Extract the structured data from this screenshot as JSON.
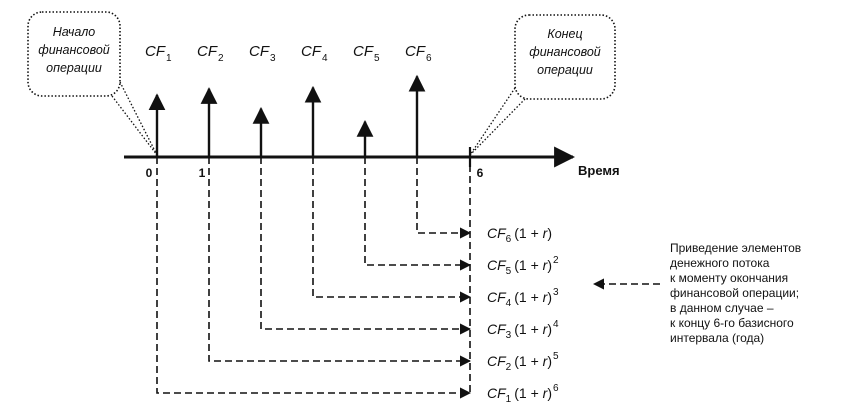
{
  "diagram": {
    "start_callout": [
      "Начало",
      "финансовой",
      "операции"
    ],
    "end_callout": [
      "Конец",
      "финансовой",
      "операции"
    ],
    "axis_label": "Время",
    "tick_labels": {
      "t0": "0",
      "t1": "1",
      "t6": "6"
    },
    "flows": [
      {
        "base": "CF",
        "index": "1",
        "value": 1.0,
        "exponent": "6"
      },
      {
        "base": "CF",
        "index": "2",
        "value": 1.1,
        "exponent": "5"
      },
      {
        "base": "CF",
        "index": "3",
        "value": 0.78,
        "exponent": "4"
      },
      {
        "base": "CF",
        "index": "4",
        "value": 1.12,
        "exponent": "3"
      },
      {
        "base": "CF",
        "index": "5",
        "value": 0.57,
        "exponent": "2"
      },
      {
        "base": "CF",
        "index": "6",
        "value": 1.3,
        "exponent": ""
      }
    ],
    "compound_factor": "(1 + r)",
    "factor_prefix": "(1 + ",
    "factor_var": "r",
    "factor_suffix": ")",
    "legend_lines": [
      "Приведение элементов",
      "денежного потока",
      "к моменту окончания",
      "финансовой операции;",
      "в данном случае –",
      "к концу 6-го базисного",
      "интервала (года)"
    ]
  }
}
